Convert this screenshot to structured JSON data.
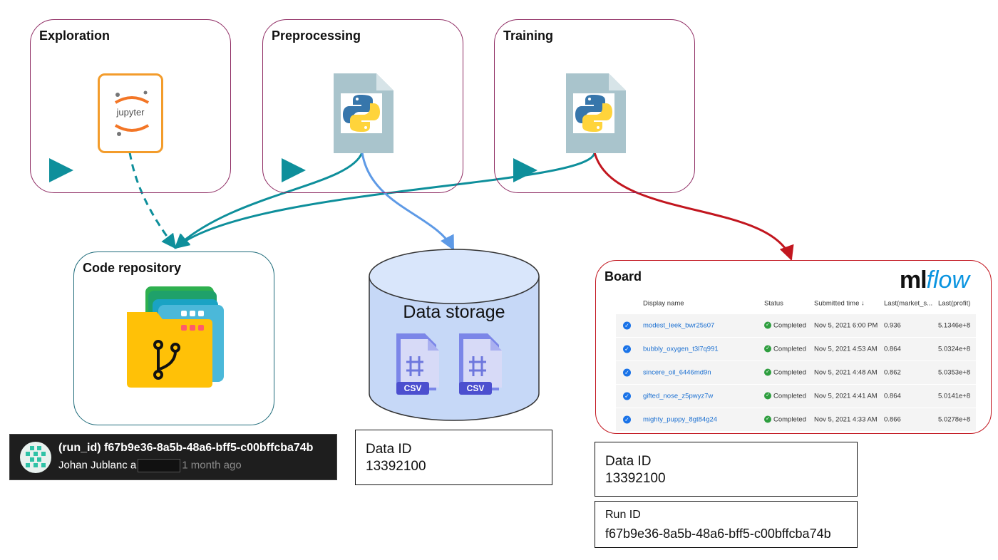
{
  "stages": [
    {
      "title": "Exploration",
      "icon": "jupyter-icon",
      "icon_text": "jupyter"
    },
    {
      "title": "Preprocessing",
      "icon": "python-file-icon"
    },
    {
      "title": "Training",
      "icon": "python-file-icon"
    }
  ],
  "code_repository": {
    "title": "Code repository",
    "icon": "git-folder-icon"
  },
  "commit": {
    "hash": "(run_id) f67b9e36-8a5b-48a6-bff5-c00bffcba74b",
    "author": "Johan Jublanc",
    "author_suffix": "a",
    "ago": "1 month ago"
  },
  "data_storage": {
    "title": "Data storage",
    "file_label": "CSV"
  },
  "data_id_box": {
    "label": "Data ID",
    "value": "13392100"
  },
  "board": {
    "title": "Board",
    "logo_ml": "ml",
    "logo_flow": "flow",
    "columns": [
      "Display name",
      "Status",
      "Submitted time ↓",
      "Last(market_s...",
      "Last(profit)"
    ],
    "rows": [
      {
        "name": "modest_leek_bwr25s07",
        "status": "Completed",
        "time": "Nov 5, 2021 6:00 PM",
        "market": "0.936",
        "profit": "5.1346e+8"
      },
      {
        "name": "bubbly_oxygen_t3l7q991",
        "status": "Completed",
        "time": "Nov 5, 2021 4:53 AM",
        "market": "0.864",
        "profit": "5.0324e+8"
      },
      {
        "name": "sincere_oil_6446md9n",
        "status": "Completed",
        "time": "Nov 5, 2021 4:48 AM",
        "market": "0.862",
        "profit": "5.0353e+8"
      },
      {
        "name": "gifted_nose_z5pwyz7w",
        "status": "Completed",
        "time": "Nov 5, 2021 4:41 AM",
        "market": "0.864",
        "profit": "5.0141e+8"
      },
      {
        "name": "mighty_puppy_8gt84g24",
        "status": "Completed",
        "time": "Nov 5, 2021 4:33 AM",
        "market": "0.866",
        "profit": "5.0278e+8"
      }
    ]
  },
  "board_data_id": {
    "label": "Data ID",
    "value": "13392100"
  },
  "board_run_id": {
    "label": "Run ID",
    "value": "f67b9e36-8a5b-48a6-bff5-c00bffcba74b"
  },
  "colors": {
    "stage_border": "#8e2a62",
    "play": "#0e8f9b",
    "board_border": "#c2161f",
    "storage_arrow": "#5e9ae6",
    "repo_border": "#1e6b7a"
  }
}
